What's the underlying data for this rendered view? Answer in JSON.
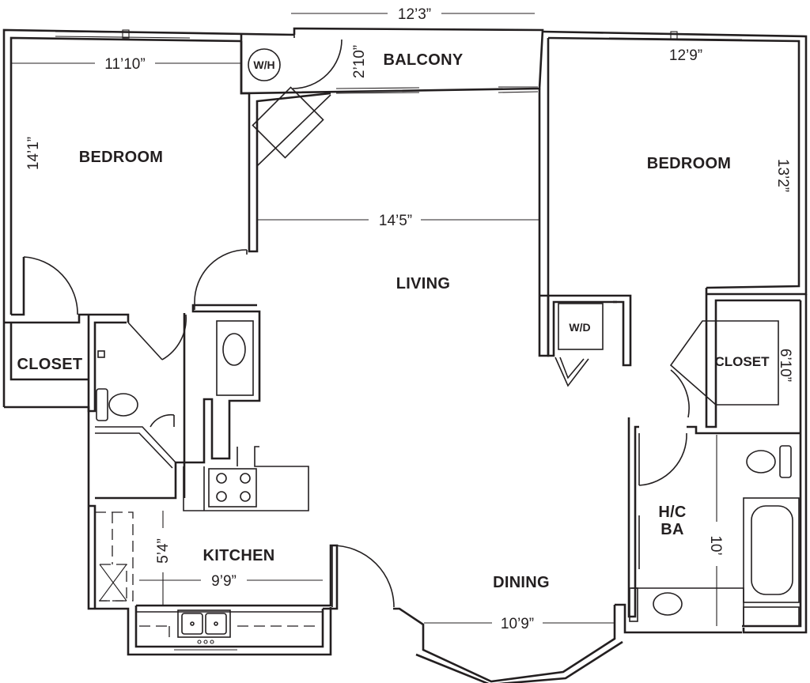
{
  "rooms": {
    "bedroom_left": "BEDROOM",
    "bedroom_right": "BEDROOM",
    "balcony": "BALCONY",
    "living": "LIVING",
    "closet_left": "CLOSET",
    "closet_right": "CLOSET",
    "kitchen": "KITCHEN",
    "dining": "DINING",
    "bath_line1": "H/C",
    "bath_line2": "BA"
  },
  "fixtures": {
    "water_heater": "W/H",
    "washer_dryer": "W/D"
  },
  "dimensions": {
    "balcony_width": "12’3”",
    "balcony_depth": "2’10”",
    "bedroom_left_width": "11’10”",
    "bedroom_left_depth": "14’1”",
    "bedroom_right_width": "12’9”",
    "bedroom_right_depth": "13’2”",
    "living_width": "14’5”",
    "closet_right_depth": "6’10”",
    "kitchen_depth": "5’4”",
    "kitchen_width": "9’9”",
    "bath_depth": "10’",
    "dining_width": "10’9”"
  }
}
